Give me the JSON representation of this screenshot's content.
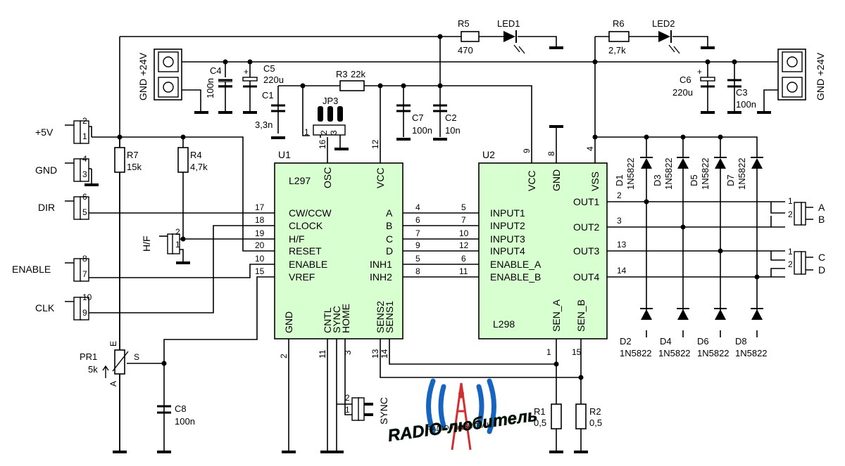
{
  "chips": {
    "u1": {
      "ref": "U1",
      "name": "L297",
      "left_pins": [
        {
          "num": "17",
          "label": "CW/CCW"
        },
        {
          "num": "18",
          "label": "CLOCK"
        },
        {
          "num": "19",
          "label": "H/F"
        },
        {
          "num": "20",
          "label": "RESET"
        },
        {
          "num": "10",
          "label": "ENABLE"
        },
        {
          "num": "15",
          "label": "VREF"
        }
      ],
      "right_pins": [
        {
          "num": "4",
          "label": "A"
        },
        {
          "num": "6",
          "label": "B"
        },
        {
          "num": "7",
          "label": "C"
        },
        {
          "num": "9",
          "label": "D"
        },
        {
          "num": "5",
          "label": "INH1"
        },
        {
          "num": "8",
          "label": "INH2"
        }
      ],
      "top_pins": [
        {
          "num": "16",
          "label": "OSC"
        },
        {
          "num": "12",
          "label": "VCC"
        }
      ],
      "bottom_pins": [
        {
          "num": "2",
          "label": "GND"
        },
        {
          "num": "11",
          "label": "CNTL"
        },
        {
          "num": "",
          "label": "SYNC"
        },
        {
          "num": "3",
          "label": "HOME"
        },
        {
          "num": "13",
          "label": "SENS2"
        },
        {
          "num": "14",
          "label": "SENS1"
        }
      ]
    },
    "u2": {
      "ref": "U2",
      "name": "L298",
      "left_pins": [
        {
          "num": "5",
          "label": "INPUT1"
        },
        {
          "num": "7",
          "label": "INPUT2"
        },
        {
          "num": "10",
          "label": "INPUT3"
        },
        {
          "num": "12",
          "label": "INPUT4"
        },
        {
          "num": "6",
          "label": "ENABLE_A"
        },
        {
          "num": "11",
          "label": "ENABLE_B"
        }
      ],
      "right_pins": [
        {
          "num": "2",
          "label": "OUT1"
        },
        {
          "num": "3",
          "label": "OUT2"
        },
        {
          "num": "13",
          "label": "OUT3"
        },
        {
          "num": "14",
          "label": "OUT4"
        }
      ],
      "top_pins": [
        {
          "num": "9",
          "label": "VCC"
        },
        {
          "num": "8",
          "label": "GND"
        },
        {
          "num": "4",
          "label": "VSS"
        }
      ],
      "bottom_pins": [
        {
          "num": "1",
          "label": "SEN_A"
        },
        {
          "num": "15",
          "label": "SEN_B"
        }
      ]
    }
  },
  "resistors": {
    "r1": {
      "ref": "R1",
      "value": "0,5"
    },
    "r2": {
      "ref": "R2",
      "value": "0,5"
    },
    "r3": {
      "ref": "R3",
      "value": "22k"
    },
    "r4": {
      "ref": "R4",
      "value": "4,7k"
    },
    "r5": {
      "ref": "R5",
      "value": "470"
    },
    "r6": {
      "ref": "R6",
      "value": "2,7k"
    },
    "r7": {
      "ref": "R7",
      "value": "15k"
    }
  },
  "capacitors": {
    "c1": {
      "ref": "C1",
      "value": "3,3n"
    },
    "c2": {
      "ref": "C2",
      "value": "10n"
    },
    "c3": {
      "ref": "C3",
      "value": "100n"
    },
    "c4": {
      "ref": "C4",
      "value": "100n"
    },
    "c5": {
      "ref": "C5",
      "value": "220u"
    },
    "c6": {
      "ref": "C6",
      "value": "220u"
    },
    "c7": {
      "ref": "C7",
      "value": "100n"
    },
    "c8": {
      "ref": "C8",
      "value": "100n"
    }
  },
  "leds": {
    "led1": "LED1",
    "led2": "LED2"
  },
  "diodes": {
    "top": [
      {
        "ref": "D1",
        "part": "1N5822"
      },
      {
        "ref": "D3",
        "part": "1N5822"
      },
      {
        "ref": "D5",
        "part": "1N5822"
      },
      {
        "ref": "D7",
        "part": "1N5822"
      }
    ],
    "bottom": [
      {
        "ref": "D2",
        "part": "1N5822"
      },
      {
        "ref": "D4",
        "part": "1N5822"
      },
      {
        "ref": "D6",
        "part": "1N5822"
      },
      {
        "ref": "D8",
        "part": "1N5822"
      }
    ]
  },
  "pot": {
    "ref": "PR1",
    "value": "5k",
    "e": "E",
    "a": "A",
    "s": "S"
  },
  "jumper": {
    "ref": "JP3",
    "pins": [
      "1",
      "2",
      "3"
    ]
  },
  "connectors": {
    "power_left": {
      "gnd": "GND",
      "v24": "+24V"
    },
    "power_right": {
      "gnd": "GND",
      "v24": "+24V"
    },
    "plus5": {
      "label": "+5V",
      "pins": [
        "2",
        "1"
      ]
    },
    "gnd": {
      "label": "GND",
      "pins": [
        "4",
        "3"
      ]
    },
    "dir": {
      "label": "DIR",
      "pins": [
        "6",
        "5"
      ]
    },
    "enable": {
      "label": "ENABLE",
      "pins": [
        "8",
        "7"
      ]
    },
    "clk": {
      "label": "CLK",
      "pins": [
        "10",
        "9"
      ]
    },
    "hf": {
      "label": "H/F",
      "pins": [
        "2",
        "1"
      ]
    },
    "sync": {
      "label": "SYNC",
      "pins": [
        "2",
        "1"
      ]
    },
    "motor1": {
      "pins": [
        "1",
        "2"
      ],
      "labels": [
        "A",
        "B"
      ]
    },
    "motor2": {
      "pins": [
        "1",
        "2"
      ],
      "labels": [
        "C",
        "D"
      ]
    }
  },
  "logo": {
    "text": "RADIO-любитель",
    "small": "RADIO-ЛЮБИТЕЛЬ",
    "colors": [
      "#1565c0",
      "#d32f2f",
      "#1b7a3a"
    ]
  }
}
